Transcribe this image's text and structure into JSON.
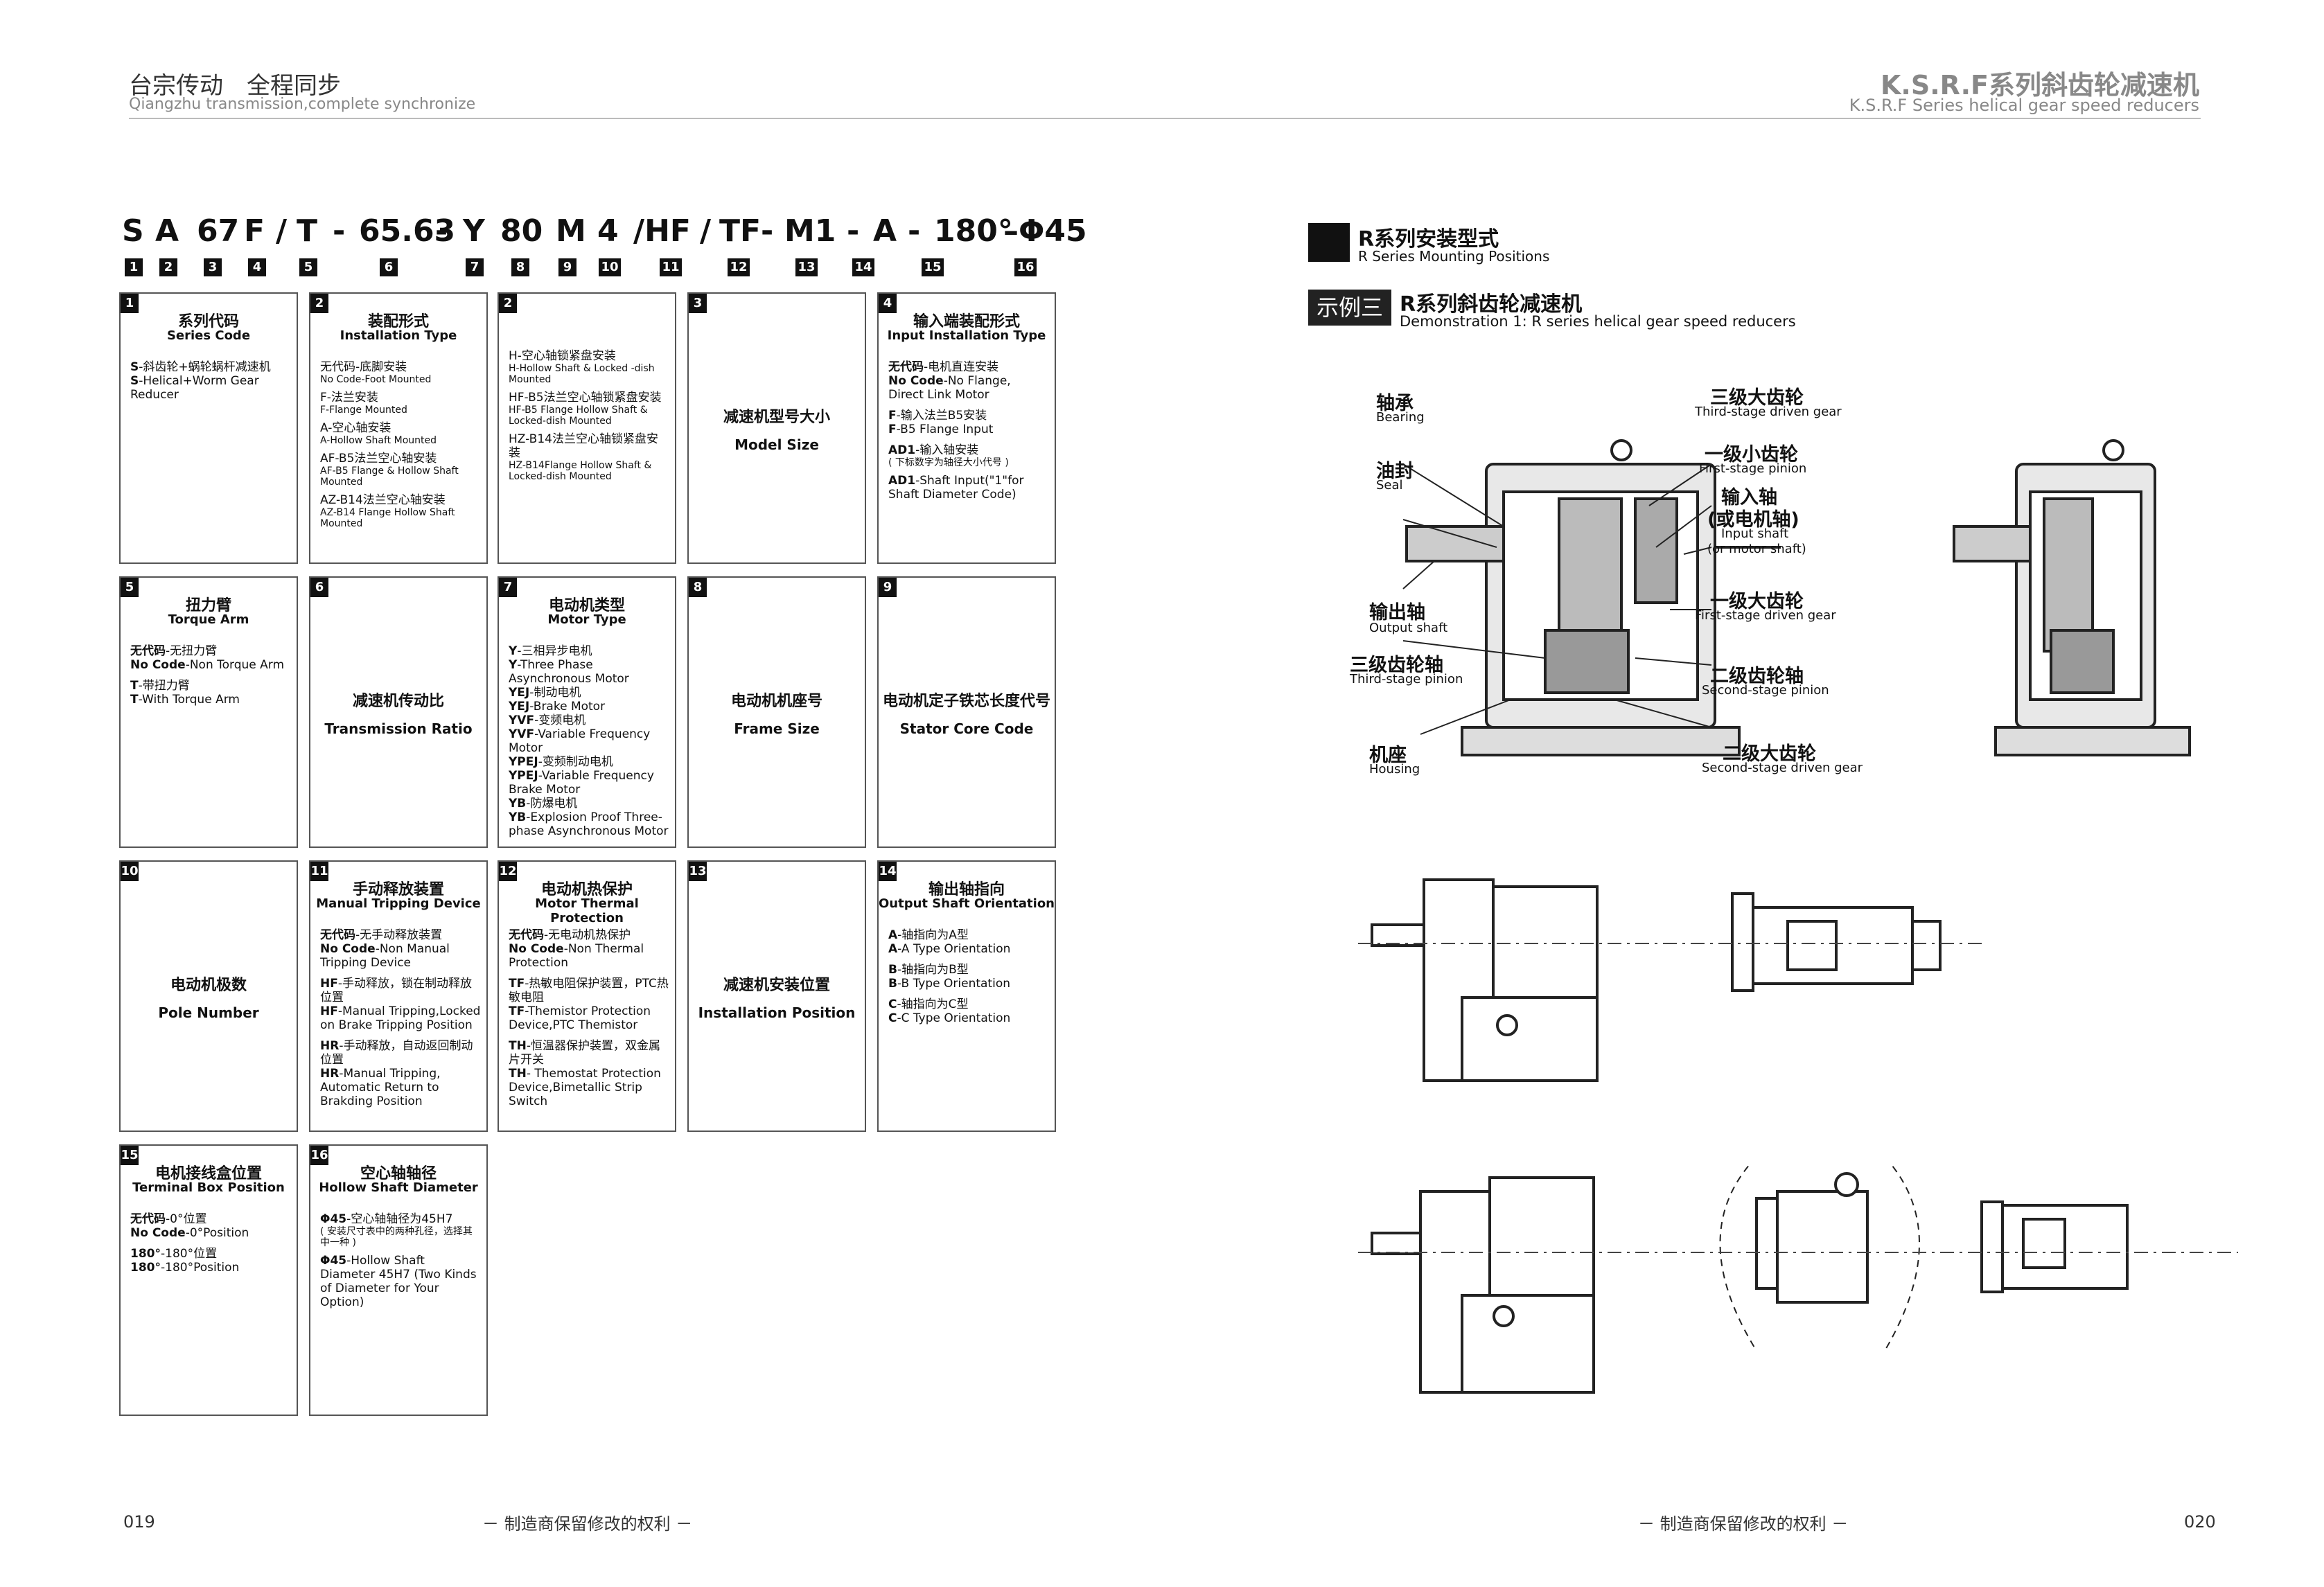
{
  "header": {
    "left_cn": "台宗传动　全程同步",
    "left_en": "Qiangzhu transmission,complete synchronize",
    "right_cn": "K.S.R.F系列斜齿轮减速机",
    "right_en": "K.S.R.F Series helical gear speed reducers"
  },
  "model_code": {
    "chars": [
      "S",
      "A",
      "67",
      "F",
      "/",
      "T",
      "-",
      "65.63",
      "-",
      "Y",
      "80",
      "M",
      "4",
      "/HF",
      "/",
      "TF",
      "-",
      "M1",
      "-",
      "A",
      "-",
      "180°",
      "–Φ45"
    ],
    "badges": [
      "1",
      "2",
      "3",
      "4",
      "5",
      "6",
      "7",
      "8",
      "9",
      "10",
      "11",
      "12",
      "13",
      "14",
      "15",
      "16"
    ]
  },
  "boxes": [
    {
      "num": "1",
      "title_cn": "系列代码",
      "title_en": "Series Code",
      "lines": [
        {
          "k": "S",
          "t": "-斜齿轮+蜗轮蜗杆减速机"
        },
        {
          "k": "S",
          "t": "-Helical+Worm Gear Reducer"
        }
      ]
    },
    {
      "num": "2",
      "title_cn": "装配形式",
      "title_en": "Installation Type",
      "lines": [
        {
          "k": "",
          "t": "无代码-底脚安装",
          "s": "No Code-Foot Mounted"
        },
        {
          "k": "",
          "t": "F-法兰安装",
          "s": "F-Flange Mounted"
        },
        {
          "k": "",
          "t": "A-空心轴安装",
          "s": "A-Hollow Shaft Mounted"
        },
        {
          "k": "",
          "t": "AF-B5法兰空心轴安装",
          "s": "AF-B5 Flange & Hollow Shaft Mounted"
        },
        {
          "k": "",
          "t": "AZ-B14法兰空心轴安装",
          "s": "AZ-B14 Flange Hollow Shaft Mounted"
        }
      ]
    },
    {
      "num": "2",
      "title_cn": "",
      "title_en": "",
      "lines": [
        {
          "k": "",
          "t": "H-空心轴锁紧盘安装",
          "s": "H-Hollow Shaft & Locked -dish Mounted"
        },
        {
          "k": "",
          "t": "HF-B5法兰空心轴锁紧盘安装",
          "s": "HF-B5 Flange Hollow Shaft & Locked-dish Mounted"
        },
        {
          "k": "",
          "t": "HZ-B14法兰空心轴锁紧盘安装",
          "s": "HZ-B14Flange Hollow Shaft & Locked-dish Mounted"
        }
      ]
    },
    {
      "num": "3",
      "title_cn": "减速机型号大小",
      "title_en": "Model Size",
      "lines": []
    },
    {
      "num": "4",
      "title_cn": "输入端装配形式",
      "title_en": "Input Installation Type",
      "lines": [
        {
          "k": "无代码",
          "t": "-电机直连安装"
        },
        {
          "k": "No Code",
          "t": "-No Flange, Direct Link Motor"
        },
        {
          "k": "F",
          "t": "-输入法兰B5安装"
        },
        {
          "k": "F",
          "t": "-B5 Flange Input"
        },
        {
          "k": "AD1",
          "t": "-输入轴安装",
          "s": "( 下标数字为轴径大小代号 )"
        },
        {
          "k": "AD1",
          "t": "-Shaft Input(\"1\"for Shaft Diameter Code)"
        }
      ]
    },
    {
      "num": "5",
      "title_cn": "扭力臂",
      "title_en": "Torque Arm",
      "lines": [
        {
          "k": "无代码",
          "t": "-无扭力臂"
        },
        {
          "k": "No Code",
          "t": "-Non Torque Arm"
        },
        {
          "k": "T",
          "t": "-带扭力臂"
        },
        {
          "k": "T",
          "t": "-With Torque Arm"
        }
      ]
    },
    {
      "num": "6",
      "title_cn": "减速机传动比",
      "title_en": "Transmission Ratio",
      "lines": []
    },
    {
      "num": "7",
      "title_cn": "电动机类型",
      "title_en": "Motor Type",
      "lines": [
        {
          "k": "Y",
          "t": "-三相异步电机"
        },
        {
          "k": "Y",
          "t": "-Three Phase Asynchronous Motor"
        },
        {
          "k": "YEJ",
          "t": "-制动电机"
        },
        {
          "k": "YEJ",
          "t": "-Brake Motor"
        },
        {
          "k": "YVF",
          "t": "-变频电机"
        },
        {
          "k": "YVF",
          "t": "-Variable Frequency Motor"
        },
        {
          "k": "YPEJ",
          "t": "-变频制动电机"
        },
        {
          "k": "YPEJ",
          "t": "-Variable Frequency Brake Motor"
        },
        {
          "k": "YB",
          "t": "-防爆电机"
        },
        {
          "k": "YB",
          "t": "-Explosion Proof Three-phase Asynchronous Motor"
        }
      ]
    },
    {
      "num": "8",
      "title_cn": "电动机机座号",
      "title_en": "Frame Size",
      "lines": []
    },
    {
      "num": "9",
      "title_cn": "电动机定子铁芯长度代号",
      "title_en": "Stator Core Code",
      "lines": []
    },
    {
      "num": "10",
      "title_cn": "电动机极数",
      "title_en": "Pole Number",
      "lines": []
    },
    {
      "num": "11",
      "title_cn": "手动释放装置",
      "title_en": "Manual Tripping Device",
      "lines": [
        {
          "k": "无代码",
          "t": "-无手动释放装置"
        },
        {
          "k": "No Code",
          "t": "-Non Manual Tripping Device"
        },
        {
          "k": "HF",
          "t": "-手动释放，锁在制动释放位置"
        },
        {
          "k": "HF",
          "t": "-Manual Tripping,Locked on Brake Tripping Position"
        },
        {
          "k": "HR",
          "t": "-手动释放，自动返回制动位置"
        },
        {
          "k": "HR",
          "t": "-Manual Tripping, Automatic Return to Brakding Position"
        }
      ]
    },
    {
      "num": "12",
      "title_cn": "电动机热保护",
      "title_en": "Motor Thermal Protection",
      "lines": [
        {
          "k": "无代码",
          "t": "-无电动机热保护"
        },
        {
          "k": "No Code",
          "t": "-Non Thermal Protection"
        },
        {
          "k": "TF",
          "t": "-热敏电阻保护装置，PTC热敏电阻"
        },
        {
          "k": "TF",
          "t": "-Themistor Protection Device,PTC Themistor"
        },
        {
          "k": "TH",
          "t": "-恒温器保护装置，双金属片开关"
        },
        {
          "k": "TH",
          "t": "- Themostat Protection Device,Bimetallic Strip Switch"
        }
      ]
    },
    {
      "num": "13",
      "title_cn": "减速机安装位置",
      "title_en": "Installation Position",
      "lines": []
    },
    {
      "num": "14",
      "title_cn": "输出轴指向",
      "title_en": "Output Shaft Orientation",
      "lines": [
        {
          "k": "A",
          "t": "-轴指向为A型"
        },
        {
          "k": "A",
          "t": "-A Type Orientation"
        },
        {
          "k": "B",
          "t": "-轴指向为B型"
        },
        {
          "k": "B",
          "t": "-B Type Orientation"
        },
        {
          "k": "C",
          "t": "-轴指向为C型"
        },
        {
          "k": "C",
          "t": "-C Type Orientation"
        }
      ]
    },
    {
      "num": "15",
      "title_cn": "电机接线盒位置",
      "title_en": "Terminal Box Position",
      "lines": [
        {
          "k": "无代码",
          "t": "-0°位置"
        },
        {
          "k": "No Code",
          "t": "-0°Position"
        },
        {
          "k": "180°",
          "t": "-180°位置"
        },
        {
          "k": "180°",
          "t": "-180°Position"
        }
      ]
    },
    {
      "num": "16",
      "title_cn": "空心轴轴径",
      "title_en": "Hollow Shaft Diameter",
      "lines": [
        {
          "k": "Φ45",
          "t": "-空心轴轴径为45H7",
          "s": "( 安装尺寸表中的两种孔径，选择其中一种 )"
        },
        {
          "k": "Φ45",
          "t": "-Hollow Shaft Diameter 45H7 (Two Kinds of Diameter for Your Option)"
        }
      ]
    }
  ],
  "right": {
    "section_cn": "R系列安装型式",
    "section_en": "R Series Mounting Positions",
    "demo_tag": "示例三",
    "demo_cn": "R系列斜齿轮减速机",
    "demo_en": "Demonstration 1:  R series helical gear speed reducers",
    "labels": {
      "bearing_cn": "轴承",
      "bearing_en": "Bearing",
      "seal_cn": "油封",
      "seal_en": "Seal",
      "output_cn": "输出轴",
      "output_en": "Output shaft",
      "third_pinion_cn": "三级齿轮轴",
      "third_pinion_en": "Third-stage pinion",
      "housing_cn": "机座",
      "housing_en": "Housing",
      "third_gear_cn": "三级大齿轮",
      "third_gear_en": "Third-stage driven gear",
      "first_pinion_cn": "一级小齿轮",
      "first_pinion_en": "First-stage pinion",
      "input_cn": "输入轴",
      "input_cn2": "(或电机轴)",
      "input_en": "Input shaft",
      "input_en2": "(or motor shaft)",
      "first_gear_cn": "一级大齿轮",
      "first_gear_en": "First-stage driven gear",
      "second_pinion_cn": "二级齿轮轴",
      "second_pinion_en": "Second-stage pinion",
      "second_gear_cn": "二级大齿轮",
      "second_gear_en": "Second-stage driven gear"
    }
  },
  "footer": {
    "left_page": "019",
    "right_page": "020",
    "note": "－ 制造商保留修改的权利 －"
  }
}
